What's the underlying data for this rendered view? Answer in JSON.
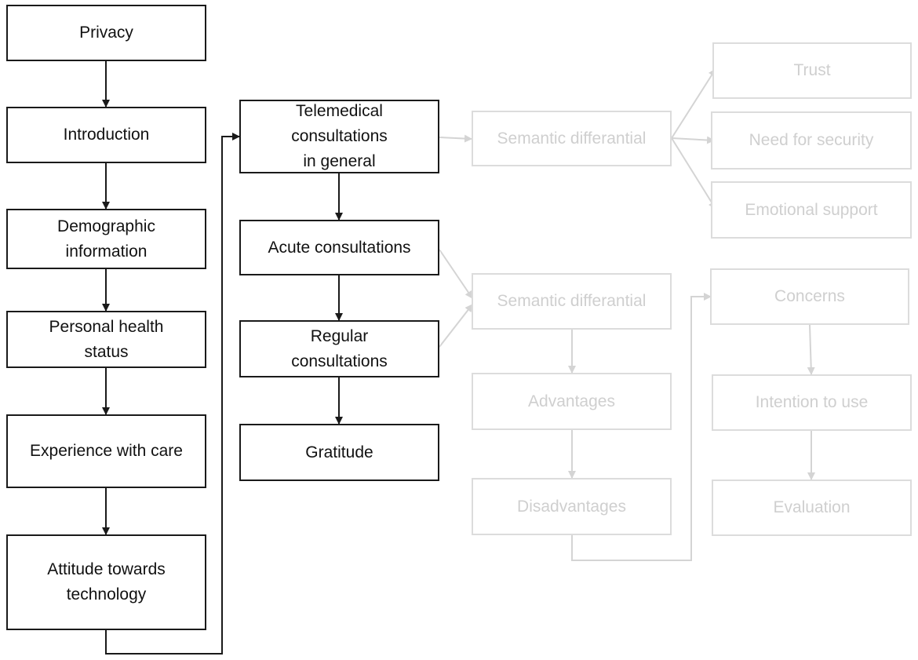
{
  "colors": {
    "active": "#1a1a1a",
    "inactive": "#d4d4d4"
  },
  "left_column": [
    "Privacy",
    "Introduction",
    "Demographic\ninformation",
    "Personal health\nstatus",
    "Experience with care",
    "Attitude towards\ntechnology"
  ],
  "middle_column": [
    "Telemedical\nconsultations\nin general",
    "Acute consultations",
    "Regular\nconsultations",
    "Gratitude"
  ],
  "semantic_differential_1": "Semantic differantial",
  "semantic_differential_2": "Semantic differantial",
  "general_outcomes": [
    "Trust",
    "Need for security",
    "Emotional support"
  ],
  "specific_column": [
    "Advantages",
    "Disadvantages"
  ],
  "final_column": [
    "Concerns",
    "Intention to use",
    "Evaluation"
  ]
}
